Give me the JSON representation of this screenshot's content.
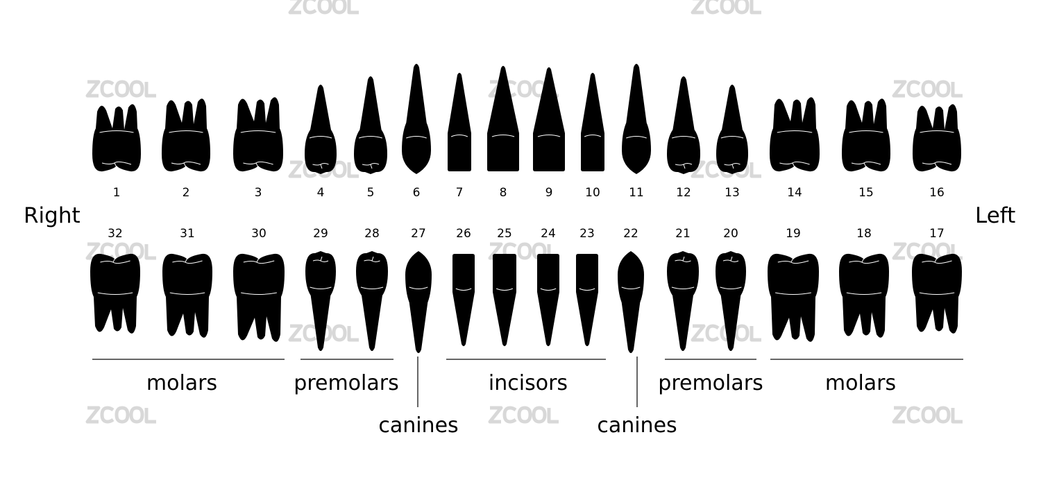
{
  "title_sides": {
    "right": "Right",
    "left": "Left"
  },
  "watermark": "ZCOOL",
  "upper_teeth": [
    {
      "number": "1",
      "type": "molar"
    },
    {
      "number": "2",
      "type": "molar"
    },
    {
      "number": "3",
      "type": "molar"
    },
    {
      "number": "4",
      "type": "premolar"
    },
    {
      "number": "5",
      "type": "premolar"
    },
    {
      "number": "6",
      "type": "canine"
    },
    {
      "number": "7",
      "type": "incisor"
    },
    {
      "number": "8",
      "type": "incisor"
    },
    {
      "number": "9",
      "type": "incisor"
    },
    {
      "number": "10",
      "type": "incisor"
    },
    {
      "number": "11",
      "type": "canine"
    },
    {
      "number": "12",
      "type": "premolar"
    },
    {
      "number": "13",
      "type": "premolar"
    },
    {
      "number": "14",
      "type": "molar"
    },
    {
      "number": "15",
      "type": "molar"
    },
    {
      "number": "16",
      "type": "molar"
    }
  ],
  "lower_teeth": [
    {
      "number": "32",
      "type": "molar"
    },
    {
      "number": "31",
      "type": "molar"
    },
    {
      "number": "30",
      "type": "molar"
    },
    {
      "number": "29",
      "type": "premolar"
    },
    {
      "number": "28",
      "type": "premolar"
    },
    {
      "number": "27",
      "type": "canine"
    },
    {
      "number": "26",
      "type": "incisor"
    },
    {
      "number": "25",
      "type": "incisor"
    },
    {
      "number": "24",
      "type": "incisor"
    },
    {
      "number": "23",
      "type": "incisor"
    },
    {
      "number": "22",
      "type": "canine"
    },
    {
      "number": "21",
      "type": "premolar"
    },
    {
      "number": "20",
      "type": "premolar"
    },
    {
      "number": "19",
      "type": "molar"
    },
    {
      "number": "18",
      "type": "molar"
    },
    {
      "number": "17",
      "type": "molar"
    }
  ],
  "groups": {
    "molars_right": "molars",
    "premolars_right": "premolars",
    "canines_right": "canines",
    "incisors": "incisors",
    "canines_left": "canines",
    "premolars_left": "premolars",
    "molars_left": "molars"
  },
  "colors": {
    "tooth": "#000000",
    "line": "#333333",
    "watermark": "#d8d8d8"
  }
}
